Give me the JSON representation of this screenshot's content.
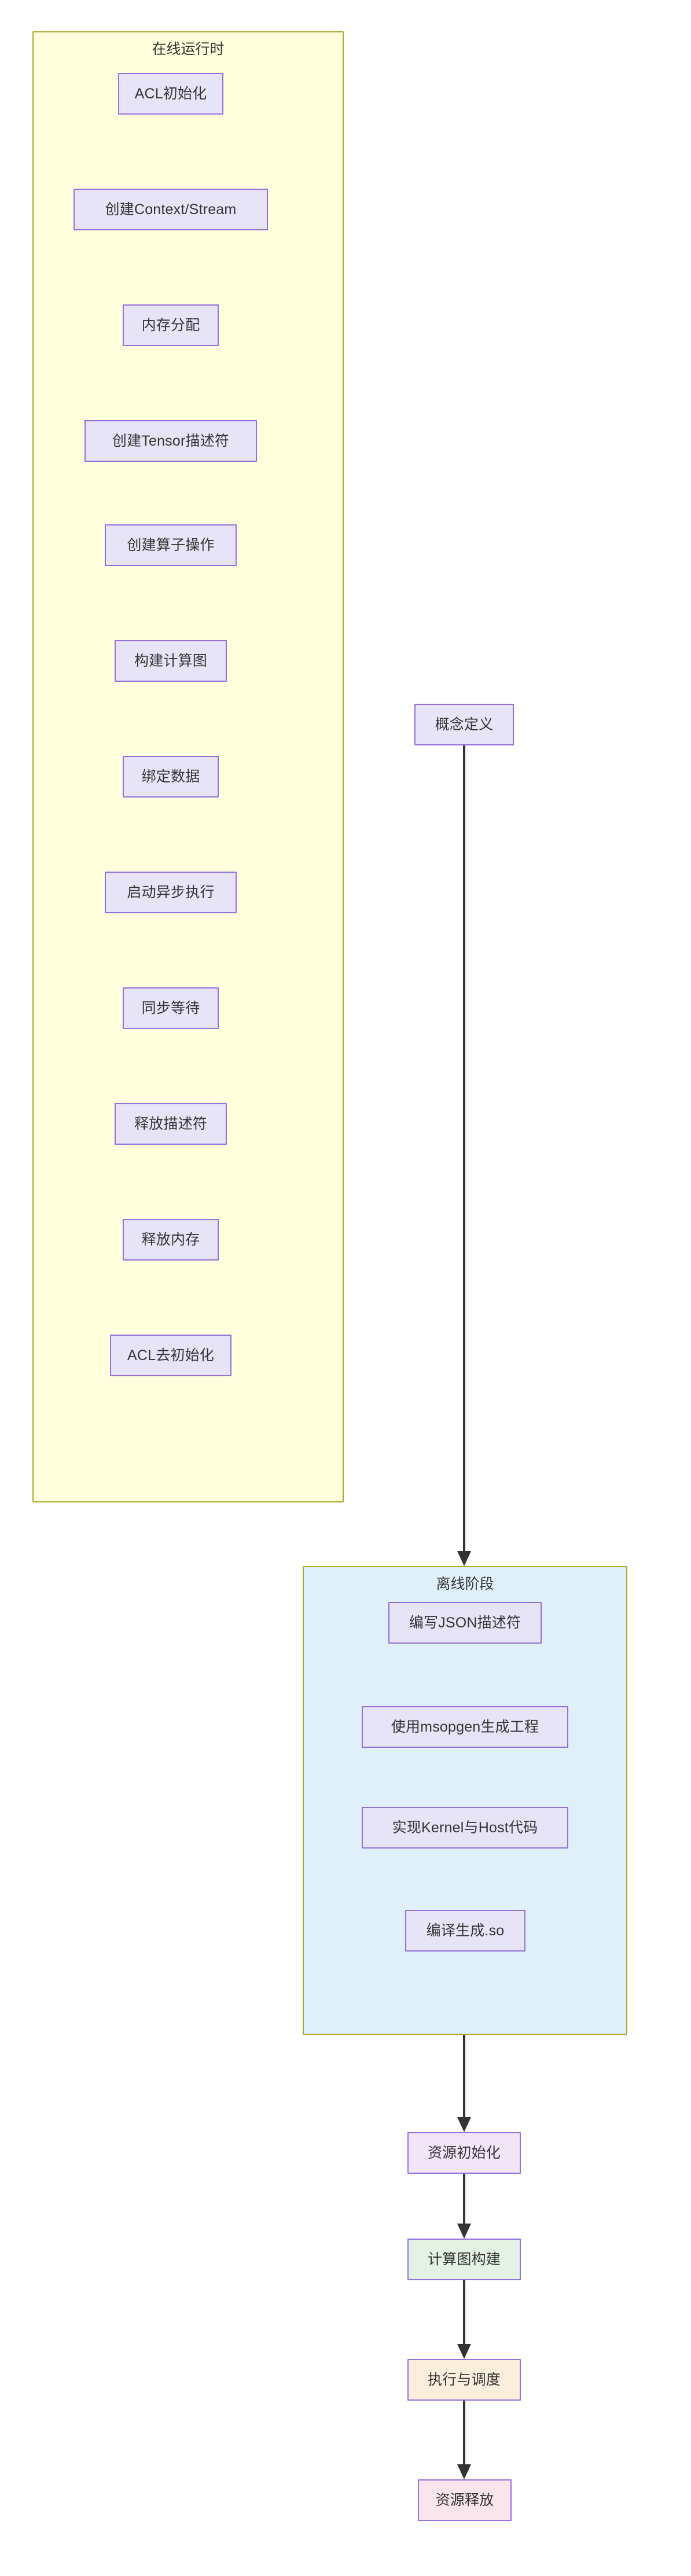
{
  "diagram": {
    "type": "flowchart",
    "orientation": "top-to-bottom",
    "theme_colors": {
      "cluster_border": "#aaaa33",
      "cluster_yellow_fill": "#ffffde",
      "cluster_blue_fill": "#e0f0fb",
      "node_border": "#9370db",
      "node_fill_lavender": "#e8e4f8",
      "node_fill_pink_lavender": "#f3e5f8",
      "node_fill_green": "#e4f2e4",
      "node_fill_peach": "#fceedd",
      "node_fill_pink": "#fbe5ec",
      "edge_color": "#333333",
      "text_color": "#333333",
      "background": "#ffffff"
    },
    "clusters": [
      {
        "id": "online-runtime",
        "title": "在线运行时",
        "fill": "yellow",
        "nodes": [
          {
            "id": "acl-init",
            "label": "ACL初始化"
          },
          {
            "id": "create-ctx",
            "label": "创建Context/Stream"
          },
          {
            "id": "mem-alloc",
            "label": "内存分配"
          },
          {
            "id": "create-tensor",
            "label": "创建Tensor描述符"
          },
          {
            "id": "create-op",
            "label": "创建算子操作"
          },
          {
            "id": "build-graph",
            "label": "构建计算图"
          },
          {
            "id": "bind-data",
            "label": "绑定数据"
          },
          {
            "id": "async-exec",
            "label": "启动异步执行"
          },
          {
            "id": "sync-wait",
            "label": "同步等待"
          },
          {
            "id": "free-desc",
            "label": "释放描述符"
          },
          {
            "id": "free-mem",
            "label": "释放内存"
          },
          {
            "id": "acl-finalize",
            "label": "ACL去初始化"
          }
        ]
      },
      {
        "id": "offline-stage",
        "title": "离线阶段",
        "fill": "blue",
        "nodes": [
          {
            "id": "write-json",
            "label": "编写JSON描述符"
          },
          {
            "id": "msopgen",
            "label": "使用msopgen生成工程"
          },
          {
            "id": "kernel-host",
            "label": "实现Kernel与Host代码"
          },
          {
            "id": "compile-so",
            "label": "编译生成.so"
          }
        ]
      }
    ],
    "standalone_nodes": [
      {
        "id": "concept-def",
        "label": "概念定义",
        "fill": "lavender"
      },
      {
        "id": "res-init",
        "label": "资源初始化",
        "fill": "pink_lavender"
      },
      {
        "id": "graph-build",
        "label": "计算图构建",
        "fill": "green"
      },
      {
        "id": "exec-sched",
        "label": "执行与调度",
        "fill": "peach"
      },
      {
        "id": "res-release",
        "label": "资源释放",
        "fill": "pink"
      }
    ],
    "edges": [
      {
        "from": "concept-def",
        "to": "offline-stage",
        "arrow": true
      },
      {
        "from": "offline-stage",
        "to": "res-init",
        "arrow": true
      },
      {
        "from": "res-init",
        "to": "graph-build",
        "arrow": true
      },
      {
        "from": "graph-build",
        "to": "exec-sched",
        "arrow": true
      },
      {
        "from": "exec-sched",
        "to": "res-release",
        "arrow": true
      }
    ]
  }
}
